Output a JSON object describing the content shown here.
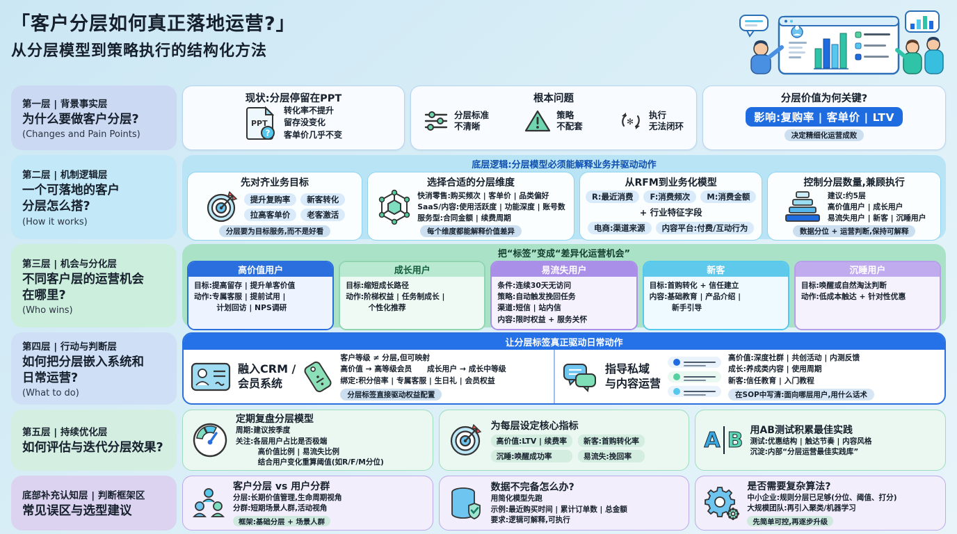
{
  "colors": {
    "accent_blue": "#1f6be0",
    "cyan": "#56c8ec",
    "green": "#57d0a0",
    "purple": "#a98fe8"
  },
  "title": {
    "line1": "「客户分层如何真正落地运营?」",
    "line2": "从分层模型到策略执行的结构化方法"
  },
  "rows": {
    "r1": {
      "label": {
        "tag": "第一层 | 背景事实层",
        "q": "为什么要做客户分层?",
        "en": "(Changes and Pain Points)"
      },
      "status": {
        "title": "现状:分层停留在PPT",
        "icon_label": "PPT",
        "icon_q": "?",
        "lines": "转化率不提升\n留存没变化\n客单价几乎不变"
      },
      "problem": {
        "title": "根本问题",
        "i1": "分层标准\n不清晰",
        "i2": "策略\n不配套",
        "i3": "执行\n无法闭环"
      },
      "value": {
        "title": "分层价值为何关键?",
        "pill": "影响:复购率 | 客单价 | LTV",
        "note": "决定精细化运营成败"
      }
    },
    "r2": {
      "label": {
        "tag": "第二层 | 机制逻辑层",
        "q": "一个可落地的客户\n分层怎么搭?",
        "en": "(How it works)"
      },
      "band": "底层逻辑:分层模型必须能解释业务并驱动动作",
      "b1": {
        "title": "先对齐业务目标",
        "p1": "提升复购率",
        "p2": "新客转化",
        "p3": "拉高客单价",
        "p4": "老客激活",
        "note": "分层要为目标服务,而不是好看"
      },
      "b2": {
        "title": "选择合适的分层维度",
        "lines": "快消零售:购买频次 | 客单价 | 品类偏好\nSaaS/内容:使用活跃度 | 功能深度 | 账号数\n服务型:合同金额 | 续费周期",
        "note": "每个维度都能解释价值差异"
      },
      "b3": {
        "title": "从RFM到业务化模型",
        "p1": "R:最近消费",
        "p2": "F:消费频次",
        "p3": "M:消费金额",
        "mid": "+ 行业特征字段",
        "p4": "电商:渠道来源",
        "p5": "内容平台:付费/互动行为"
      },
      "b4": {
        "title": "控制分层数量,兼顾执行",
        "lines": "建议:约5层\n高价值用户 | 成长用户\n易流失用户 | 新客 | 沉睡用户",
        "note": "数据分位 + 运营判断,保持可解释"
      }
    },
    "r3": {
      "label": {
        "tag": "第三层 | 机会与分化层",
        "q": "不同客户层的运营机会\n在哪里?",
        "en": "(Who wins)"
      },
      "band": "把“标签”变成“差异化运营机会”",
      "c1": {
        "name": "高价值用户",
        "body": "目标:提高留存 | 提升单客价值\n动作:专属客服 | 提前试用 |\n　　　计划回访 | NPS调研"
      },
      "c2": {
        "name": "成长用户",
        "body": "目标:缩短成长路径\n动作:阶梯权益 | 任务制成长 |\n　　　个性化推荐"
      },
      "c3": {
        "name": "易流失用户",
        "body": "条件:连续30天无访问\n策略:自动触发挽回任务\n渠道:短信 | 站内信\n内容:限时权益 + 服务关怀"
      },
      "c4": {
        "name": "新客",
        "body": "目标:首购转化 + 信任建立\n内容:基础教育 | 产品介绍 |\n　　　新手引导"
      },
      "c5": {
        "name": "沉睡用户",
        "body": "目标:唤醒或自然淘汰判断\n动作:低成本触达 + 针对性优惠"
      }
    },
    "r4": {
      "label": {
        "tag": "第四层 | 行动与判断层",
        "q": "如何把分层嵌入系统和\n日常运营?",
        "en": "(What to do)"
      },
      "band": "让分层标签真正驱动日常动作",
      "b1": {
        "title": "融入CRM /\n会员系统",
        "lines": "客户等级 ≠ 分层,但可映射\n高价值 → 高等级会员　　成长用户 → 成长中等级\n绑定:积分倍率 | 专属客服 | 生日礼 | 会员权益",
        "note": "分层标签直接驱动权益配置"
      },
      "b2": {
        "title": "指导私域\n与内容运营",
        "lines": "高价值:深度社群 | 共创活动 | 内测反馈\n成长:养成类内容 | 使用周期\n新客:信任教育 | 入门教程",
        "note": "在SOP中写清:面向哪层用户,用什么话术"
      }
    },
    "r5": {
      "label": {
        "tag": "第五层 | 持续优化层",
        "q": "如何评估与迭代分层效果?"
      },
      "b1": {
        "title": "定期复盘分层模型",
        "lines": "周期:建议按季度\n关注:各层用户占比是否极端\n　　　高价值比例 | 易流失比例\n　　　结合用户变化重算阈值(如R/F/M分位)"
      },
      "b2": {
        "title": "为每层设定核心指标",
        "p1": "高价值:LTV | 续费率",
        "p2": "新客:首购转化率",
        "p3": "沉睡:唤醒成功率",
        "p4": "易流失:挽回率"
      },
      "b3": {
        "title": "用AB测试积累最佳实践",
        "lines": "测试:优惠结构 | 触达节奏 | 内容风格\n沉淀:内部“分层运营最佳实践库”",
        "a": "A",
        "b": "B"
      }
    },
    "r6": {
      "label": {
        "tag": "底部补充认知层 | 判断框架区",
        "q": "常见误区与选型建议"
      },
      "b1": {
        "title": "客户分层 vs 用户分群",
        "lines": "分层:长期价值管理,生命周期视角\n分群:短期场景人群,活动视角",
        "note": "框架:基础分层 + 场景人群"
      },
      "b2": {
        "title": "数据不完备怎么办?",
        "lines": "用简化模型先跑\n示例:最近购买时间 | 累计订单数 | 总金额\n要求:逻辑可解释,可执行"
      },
      "b3": {
        "title": "是否需要复杂算法?",
        "lines": "中小企业:规则分层已足够(分位、阈值、打分)\n大规模团队:再引入聚类/机器学习",
        "note": "先简单可控,再逐步升级"
      }
    }
  }
}
